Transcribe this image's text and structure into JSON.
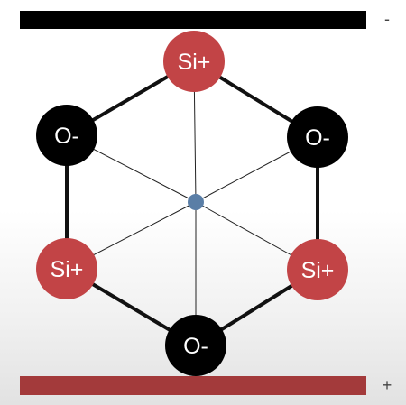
{
  "colors": {
    "negative_plate": "#000000",
    "positive_plate": "#a33a3b",
    "silicon": "#c24446",
    "oxygen": "#000000",
    "center": "#5a7ea6",
    "bond": "#111111",
    "spoke": "#222222"
  },
  "plates": {
    "top_sign": "-",
    "bottom_sign": "+"
  },
  "atoms": {
    "si_top": "Si+",
    "o_upper_left": "O-",
    "o_upper_right": "O-",
    "si_lower_left": "Si+",
    "si_lower_right": "Si+",
    "o_bottom": "O-"
  }
}
